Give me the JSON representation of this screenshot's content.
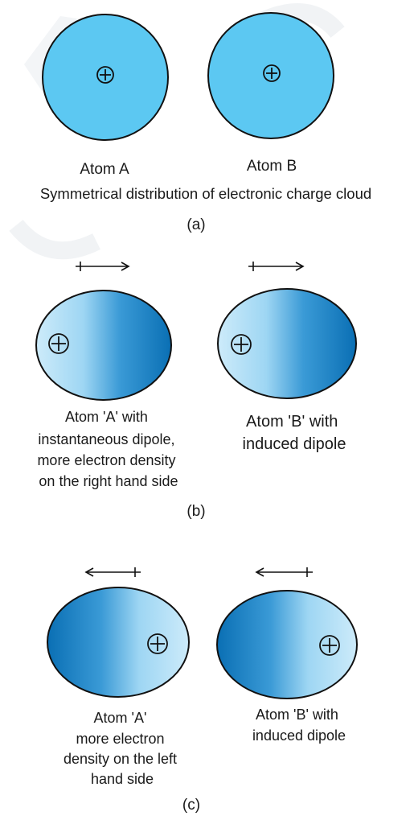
{
  "colors": {
    "sphere_fill": "#5cc8f2",
    "dark_blue": "#0a6fb4",
    "light_blue": "#cdebfa",
    "outline": "#111111",
    "text": "#1a1a1a"
  },
  "panel_a": {
    "atom_a_label": "Atom A",
    "atom_b_label": "Atom B",
    "caption": "Symmetrical distribution of electronic charge cloud",
    "tag": "(a)",
    "nucleus_symbol": "⊕"
  },
  "panel_b": {
    "atom_a_lines": [
      "Atom 'A' with",
      "instantaneous dipole,",
      "more electron density",
      "on the right hand side"
    ],
    "atom_b_lines": [
      "Atom 'B' with",
      "induced dipole"
    ],
    "tag": "(b)",
    "dipole_direction": "right"
  },
  "panel_c": {
    "atom_a_lines": [
      "Atom 'A'",
      "more electron",
      "density on the left",
      "hand side"
    ],
    "atom_b_lines": [
      "Atom 'B' with",
      "induced dipole"
    ],
    "tag": "(c)",
    "dipole_direction": "left"
  }
}
